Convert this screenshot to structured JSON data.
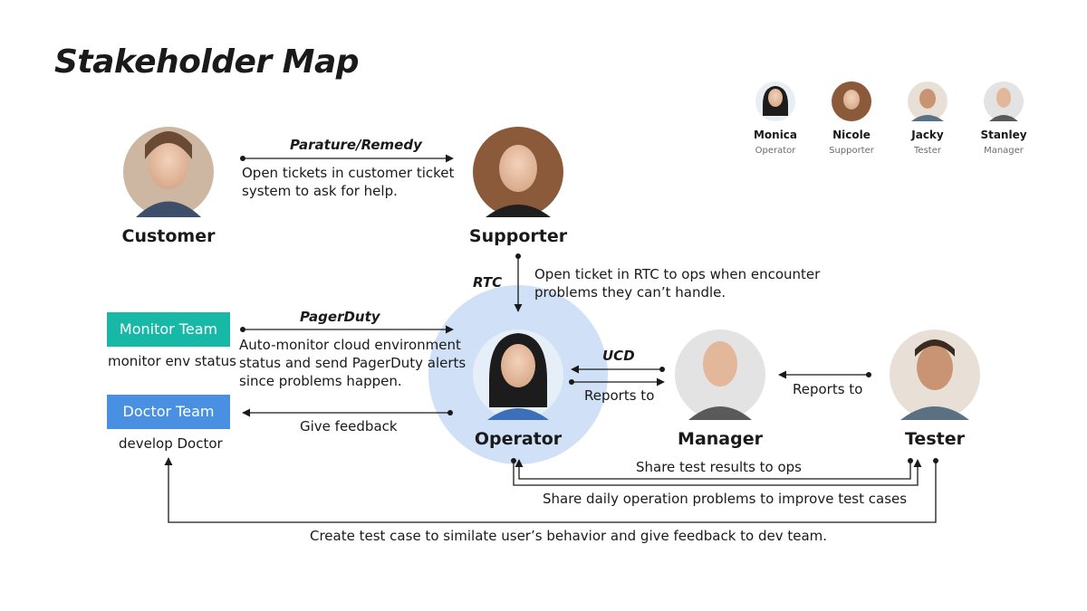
{
  "title": "Stakeholder Map",
  "legend": [
    {
      "name": "Monica",
      "role": "Operator"
    },
    {
      "name": "Nicole",
      "role": "Supporter"
    },
    {
      "name": "Jacky",
      "role": "Tester"
    },
    {
      "name": "Stanley",
      "role": "Manager"
    }
  ],
  "nodes": {
    "customer": "Customer",
    "supporter": "Supporter",
    "operator": "Operator",
    "manager": "Manager",
    "tester": "Tester"
  },
  "teams": {
    "monitor": {
      "label": "Monitor Team",
      "caption": "monitor env status",
      "color": "#17b9a6"
    },
    "doctor": {
      "label": "Doctor Team",
      "caption": "develop Doctor",
      "color": "#4a90e2"
    }
  },
  "edges": {
    "parature_tool": "Parature/Remedy",
    "parature_desc_1": "Open tickets in customer ticket",
    "parature_desc_2": "system to ask for help.",
    "rtc_tool": "RTC",
    "rtc_desc_1": "Open ticket in RTC to ops when encounter",
    "rtc_desc_2": "problems they can’t handle.",
    "pagerduty_tool": "PagerDuty",
    "pagerduty_desc_1": "Auto-monitor cloud environment",
    "pagerduty_desc_2": "status and send PagerDuty alerts",
    "pagerduty_desc_3": "since problems happen.",
    "feedback": "Give feedback",
    "ucd_tool": "UCD",
    "reports_to_1": "Reports to",
    "reports_to_2": "Reports to",
    "share_results": "Share test results to ops",
    "share_problems": "Share daily operation problems to improve test cases",
    "create_test": "Create test case to similate user’s behavior and give feedback to dev team."
  },
  "colors": {
    "operator_halo": "#cfe0f7",
    "line": "#1a1a1a"
  }
}
